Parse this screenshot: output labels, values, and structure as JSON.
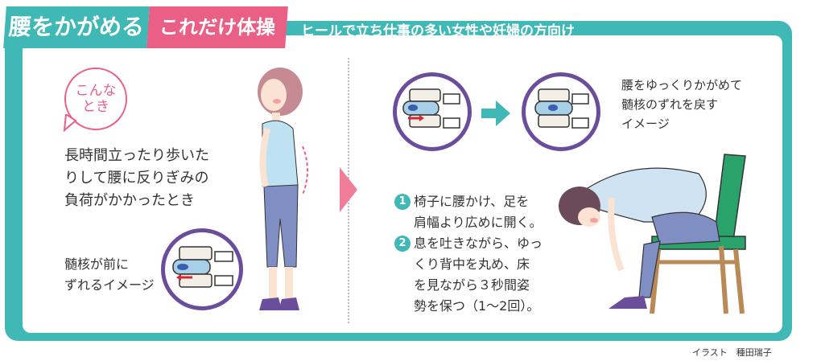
{
  "header": {
    "tab_primary": "腰をかがめる",
    "tab_secondary": "これだけ体操",
    "subtitle": "ヒールで立ち仕事の多い女性や妊婦の方向け"
  },
  "left": {
    "bubble_lines": [
      "こんな",
      "とき"
    ],
    "situation_lines": [
      "長時間立ったり歩いた",
      "りして腰に反りぎみの",
      "負荷がかかったとき"
    ],
    "disc_caption_lines": [
      "髄核が前に",
      "ずれるイメージ"
    ]
  },
  "right": {
    "caption_lines": [
      "腰をゆっくりかがめて",
      "髄核のずれを戻す",
      "イメージ"
    ],
    "steps": [
      {
        "num": "1",
        "lines": [
          "椅子に腰かけ、足を",
          "肩幅より広めに開く。"
        ]
      },
      {
        "num": "2",
        "lines": [
          "息を吐きながら、ゆっ",
          "くり背中を丸め、床",
          "を見ながら３秒間姿",
          "勢を保つ（1〜2回）。"
        ]
      }
    ]
  },
  "credit": "イラスト　種田瑞子",
  "colors": {
    "teal": "#3fb8b6",
    "pink": "#e95f85",
    "purple": "#6a4e9b",
    "disc": "#a7cfe8"
  }
}
